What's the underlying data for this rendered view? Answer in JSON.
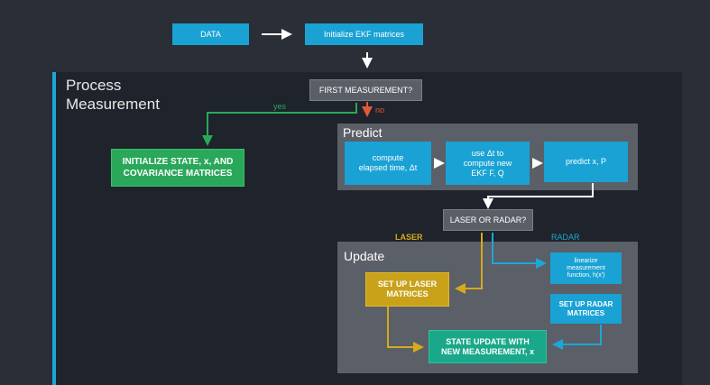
{
  "top": {
    "data_label": "DATA",
    "init_label": "Initialize EKF matrices"
  },
  "process": {
    "title": "Process\nMeasurement",
    "first_measurement": "FIRST MEASUREMENT?",
    "yes_label": "yes",
    "no_label": "no",
    "init_state": "INITIALIZE STATE, x, AND\nCOVARIANCE MATRICES"
  },
  "predict": {
    "title": "Predict",
    "step1": "compute\nelapsed time, Δt",
    "step2": "use Δt to\ncompute new\nEKF F, Q",
    "step3": "predict x, P"
  },
  "decision": {
    "laser_or_radar": "LASER OR RADAR?",
    "laser_label": "LASER",
    "radar_label": "RADAR"
  },
  "update": {
    "title": "Update",
    "setup_laser": "SET UP LASER\nMATRICES",
    "linearize": "linearize\nmeasurement\nfunction, h(x')",
    "setup_radar": "SET UP RADAR\nMATRICES",
    "state_update": "STATE UPDATE WITH\nNEW MEASUREMENT, x"
  },
  "colors": {
    "background": "#2a2e36",
    "accent_blue": "#1aa2d4",
    "green": "#2aa85a",
    "gold": "#c9a21a",
    "teal": "#1aa88a",
    "no_red": "#e05a3a"
  }
}
